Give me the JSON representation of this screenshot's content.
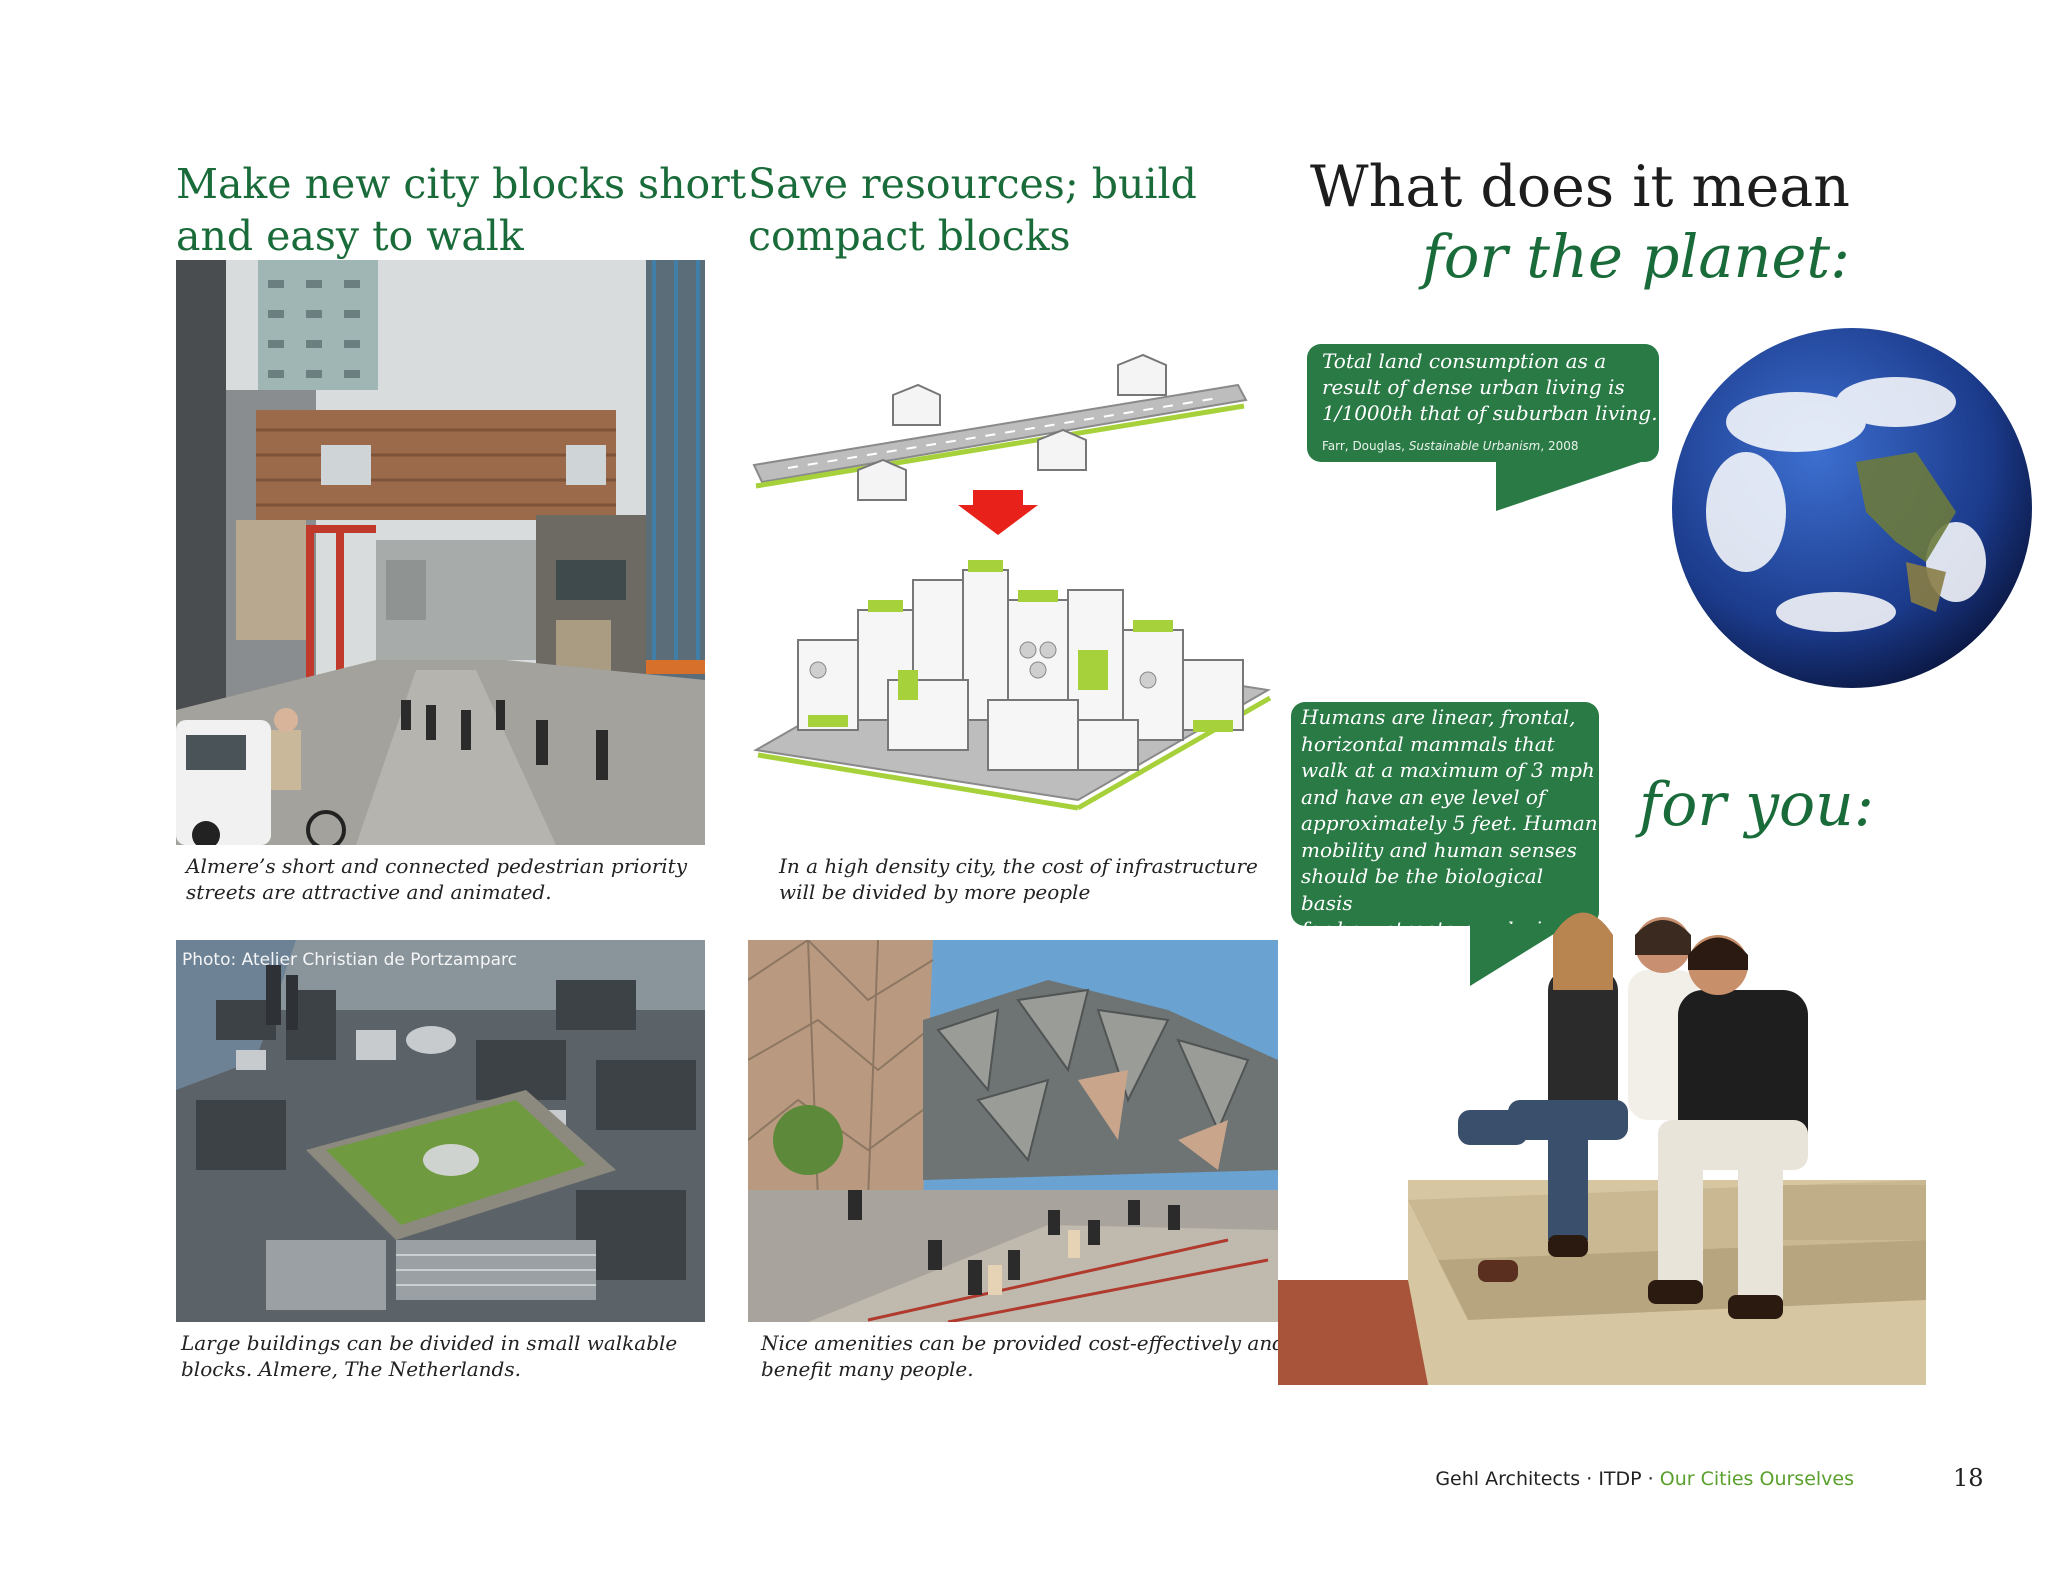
{
  "col1": {
    "heading_line1": "Make new city blocks short",
    "heading_line2": "and easy to walk",
    "caption1_line1": "Almere’s short and connected pedestrian priority",
    "caption1_line2": "streets are attractive and animated.",
    "photo_credit": "Photo:  Atelier Christian de Portzamparc",
    "caption2_line1": "Large buildings can be divided in small walkable",
    "caption2_line2": "blocks. Almere, The Netherlands."
  },
  "col2": {
    "heading_line1": "Save resources; build",
    "heading_line2": "compact blocks",
    "caption1_line1": "In a high density city, the cost of infrastructure",
    "caption1_line2": "will be divided by more people",
    "caption2_line1": "Nice amenities can be provided cost-effectively and",
    "caption2_line2": "benefit many people."
  },
  "col3": {
    "title_line1": "What does it mean",
    "title_line2": "for the planet:",
    "planet_quote": [
      "Total land consumption as a",
      "result of dense urban living is",
      "1/1000th that of suburban living."
    ],
    "planet_source_prefix": "Farr, Douglas, ",
    "planet_source_title": "Sustainable Urbanism",
    "planet_source_suffix": ", 2008",
    "for_you": "for you:",
    "human_quote": [
      "Humans are linear, frontal,",
      "horizontal mammals that",
      "walk at a maximum of 3 mph",
      "and have an eye level of",
      "approximately 5 feet. Human",
      "mobility and human senses",
      "should be the biological basis",
      "for how streets are designed."
    ]
  },
  "footer": {
    "credit": "Gehl Architects · ITDP · ",
    "series": "Our Cities Ourselves",
    "page_number": "18"
  },
  "colors": {
    "brand_green": "#1a6b3a",
    "bubble_green": "#2a7a45",
    "footer_green": "#5aa02c",
    "arrow_red": "#e8221b",
    "diagram_lime": "#a6d13a"
  }
}
